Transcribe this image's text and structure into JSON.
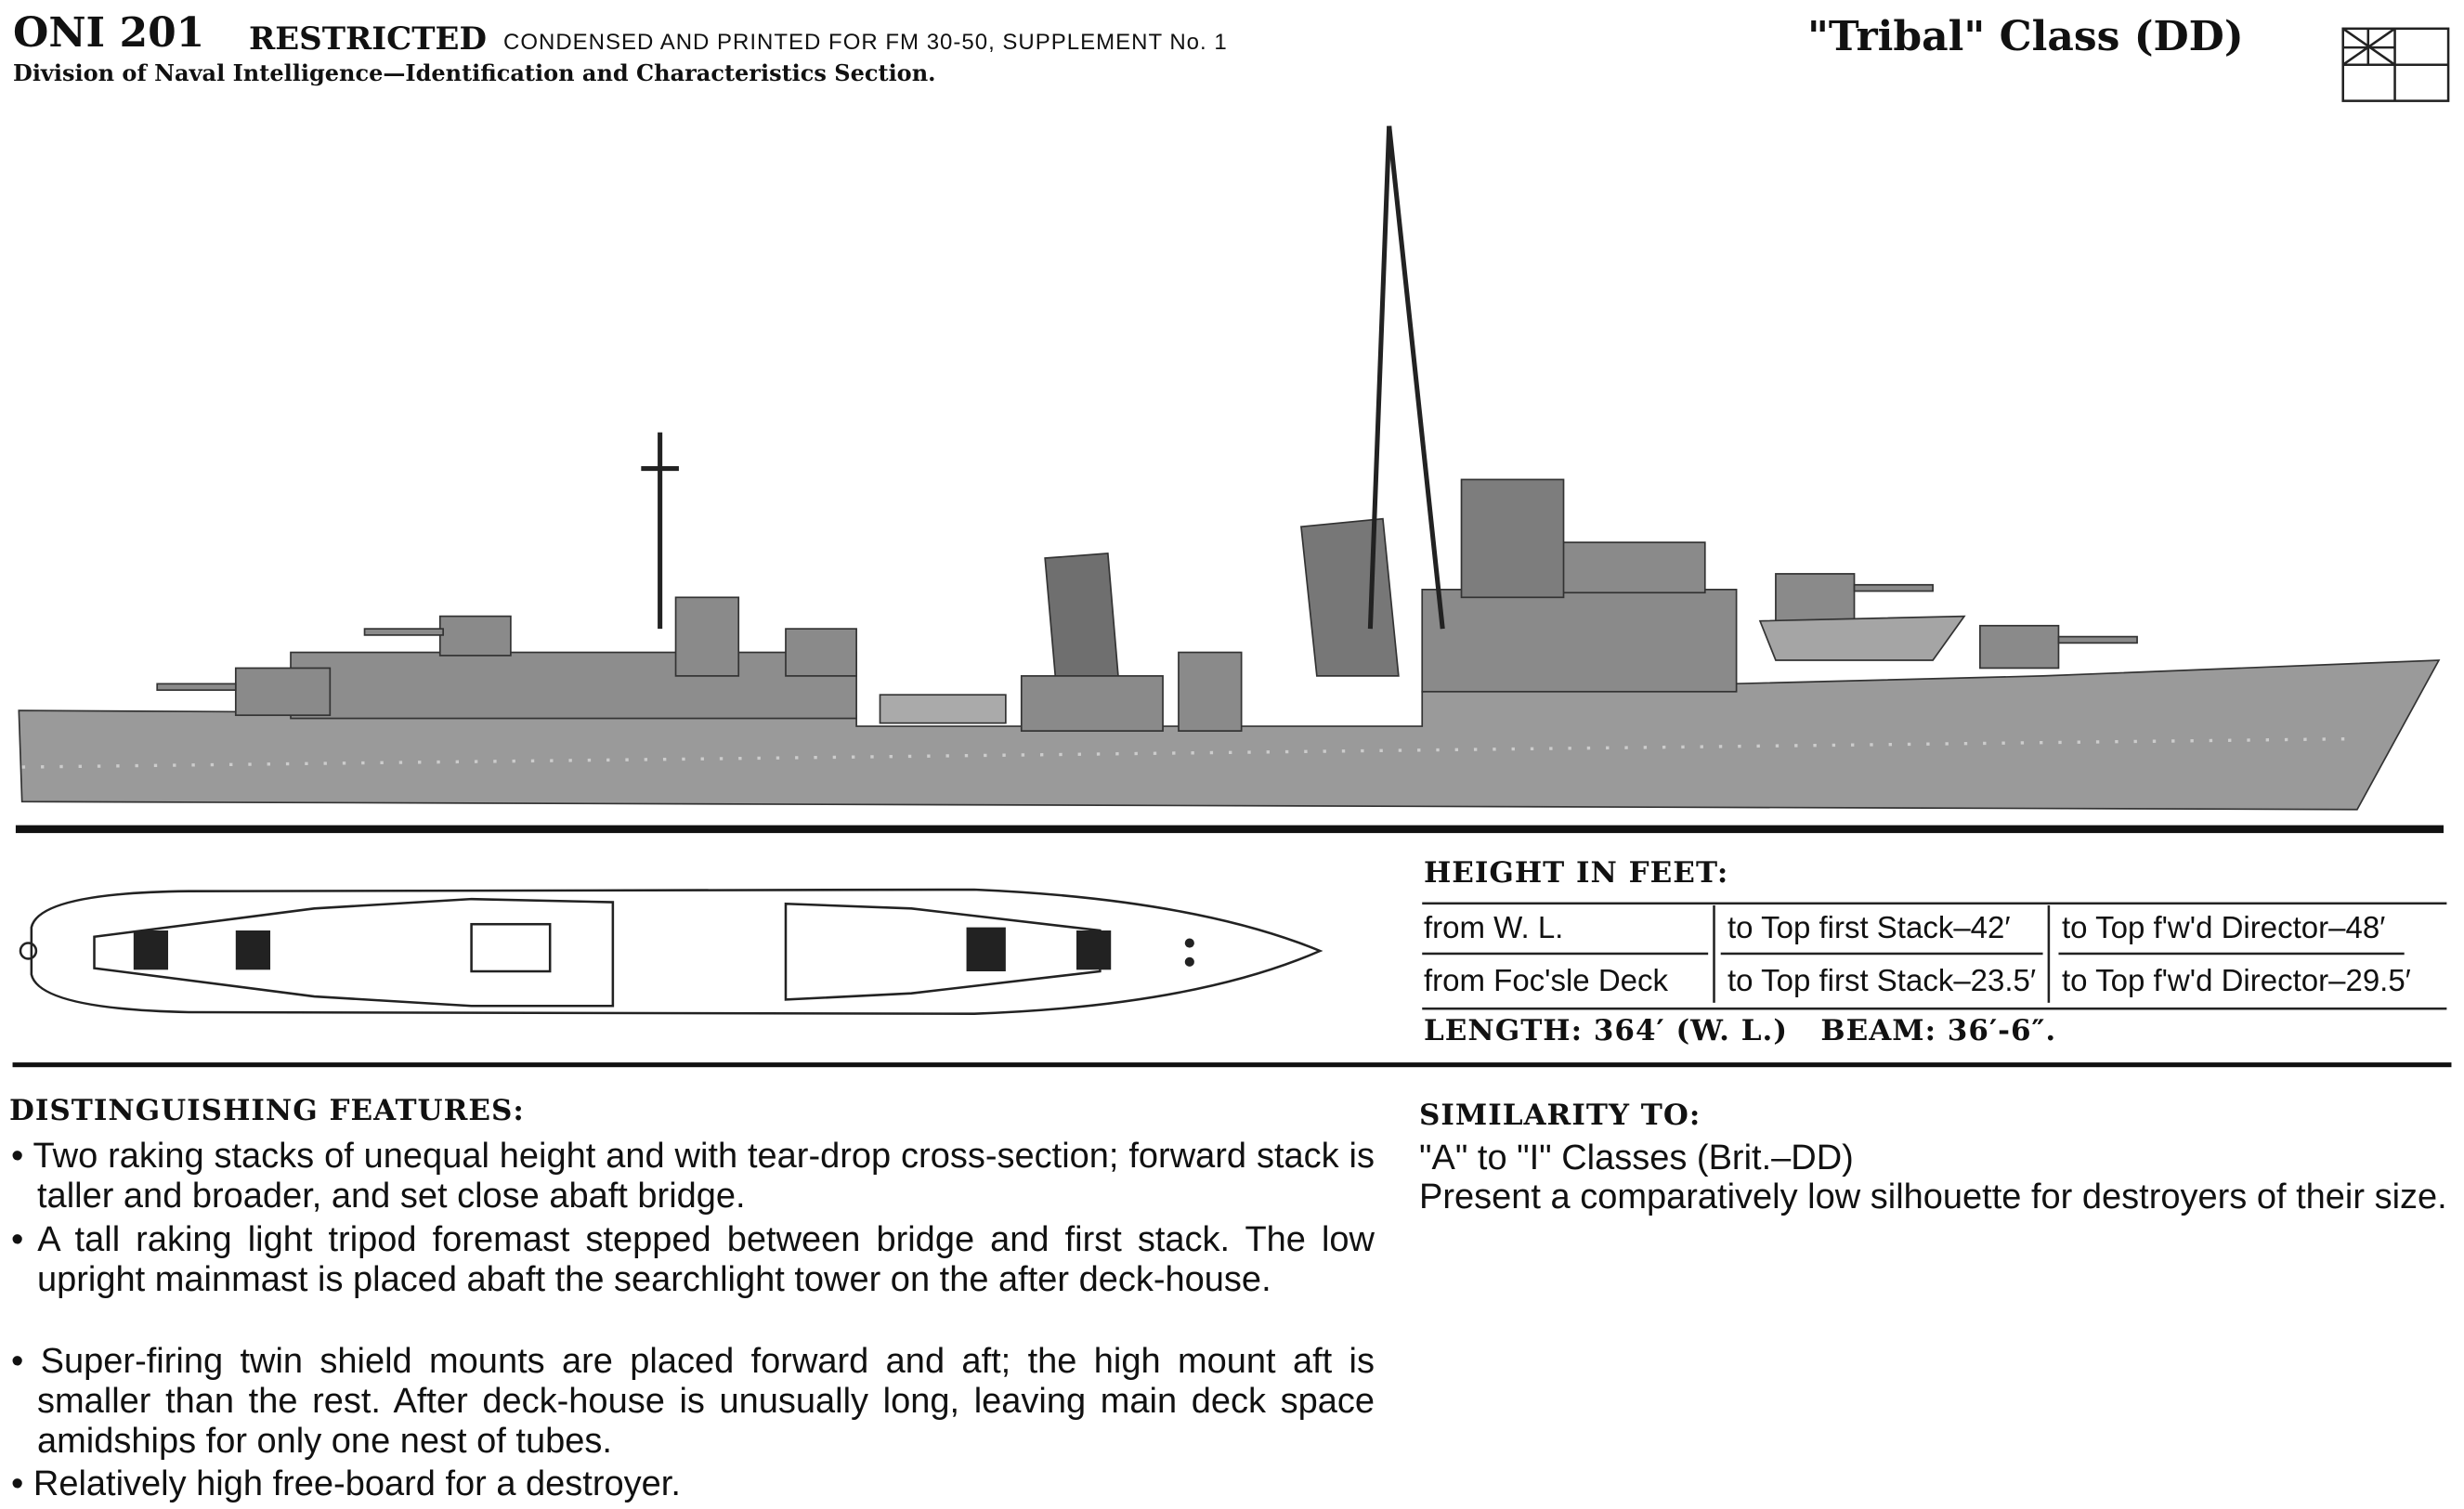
{
  "header": {
    "doc_number": "ONI 201",
    "classification": "RESTRICTED",
    "note": "CONDENSED AND PRINTED FOR FM 30-50, SUPPLEMENT No. 1",
    "division": "Division of Naval Intelligence—Identification and Characteristics Section.",
    "class_title": "\"Tribal\" Class (DD)",
    "flag_icon": "british-ensign-icon"
  },
  "heights": {
    "title": "HEIGHT IN FEET:",
    "rows": [
      {
        "from": "from W. L.",
        "stack": "to Top first Stack–42′",
        "director": "to Top f'w'd Director–48′"
      },
      {
        "from": "from Foc'sle Deck",
        "stack": "to Top first Stack–23.5′",
        "director": "to Top f'w'd Director–29.5′"
      }
    ],
    "dimensions": "LENGTH: 364′ (W. L.)   BEAM: 36′-6″."
  },
  "features": {
    "title": "DISTINGUISHING FEATURES:",
    "items": [
      "Two raking stacks of unequal height and with tear-drop cross-section; forward stack is taller and broader, and set close abaft bridge.",
      "A tall raking light tripod foremast stepped between bridge and first stack.  The low upright mainmast is placed abaft the searchlight tower on the after deck-house.",
      "Super-firing twin shield mounts are placed forward and aft; the high mount aft is smaller than the rest.  After deck-house is unusually long, leaving main deck space amidships for only one nest of tubes.",
      "Relatively high free-board for a destroyer."
    ]
  },
  "similarity": {
    "title": "SIMILARITY TO:",
    "line1": "\"A\" to \"I\" Classes (Brit.–DD)",
    "line2": "Present a comparatively low silhouette for destroyers of their size."
  }
}
